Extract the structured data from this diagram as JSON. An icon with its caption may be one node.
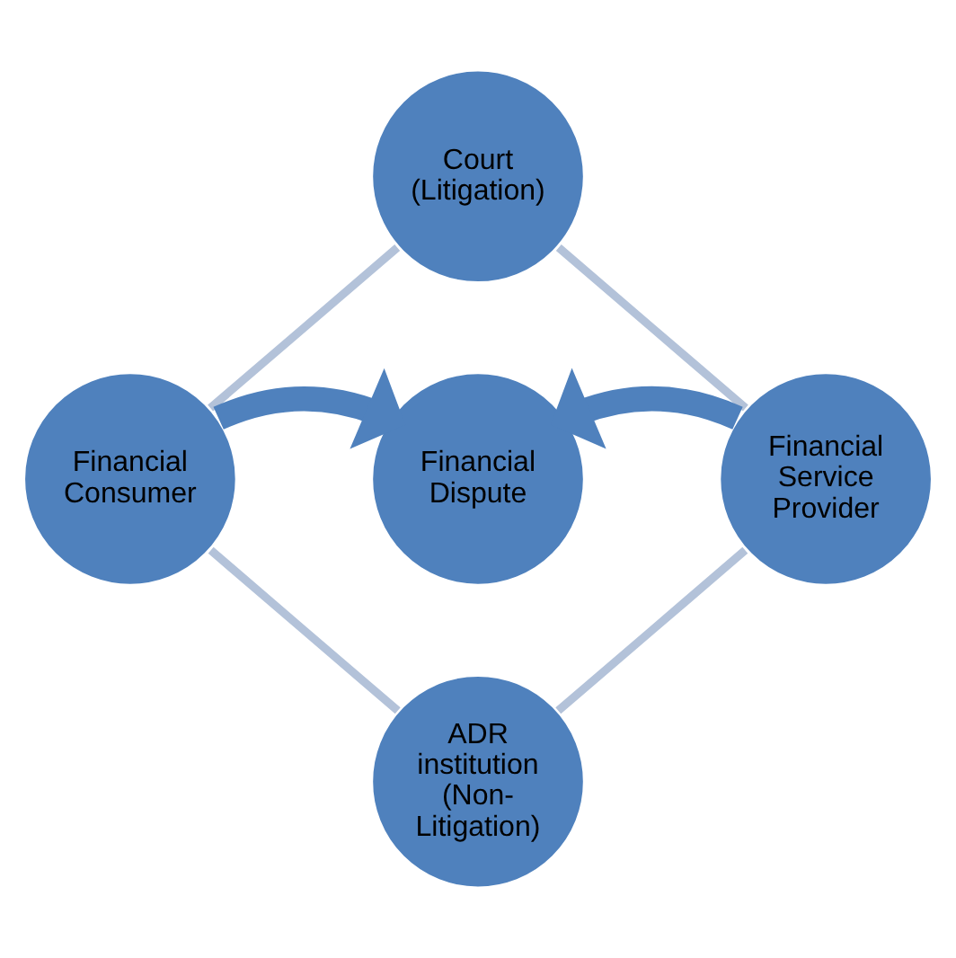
{
  "diagram": {
    "nodes": [
      {
        "text": [
          "Court (Litigation)"
        ]
      },
      {
        "text": [
          "Financial Consumer"
        ]
      },
      {
        "text": [
          "Financial Dispute"
        ]
      },
      {
        "text": [
          "Financial Service Provider"
        ]
      },
      {
        "text": [
          "ADR institution (Non-Litigation)"
        ]
      }
    ],
    "edges": [
      {
        "from": 0,
        "to": 3,
        "arrow": "none"
      },
      {
        "from": 3,
        "to": 4,
        "arrow": "none"
      },
      {
        "from": 4,
        "to": 1,
        "arrow": "none"
      },
      {
        "from": 1,
        "to": 0,
        "arrow": "none"
      },
      {
        "from": 1,
        "to": 2,
        "arrow": "to",
        "style": "thick",
        "color": "#4f81bd"
      },
      {
        "from": 3,
        "to": 2,
        "arrow": "to",
        "style": "thick",
        "color": "#4f81bd"
      }
    ]
  }
}
